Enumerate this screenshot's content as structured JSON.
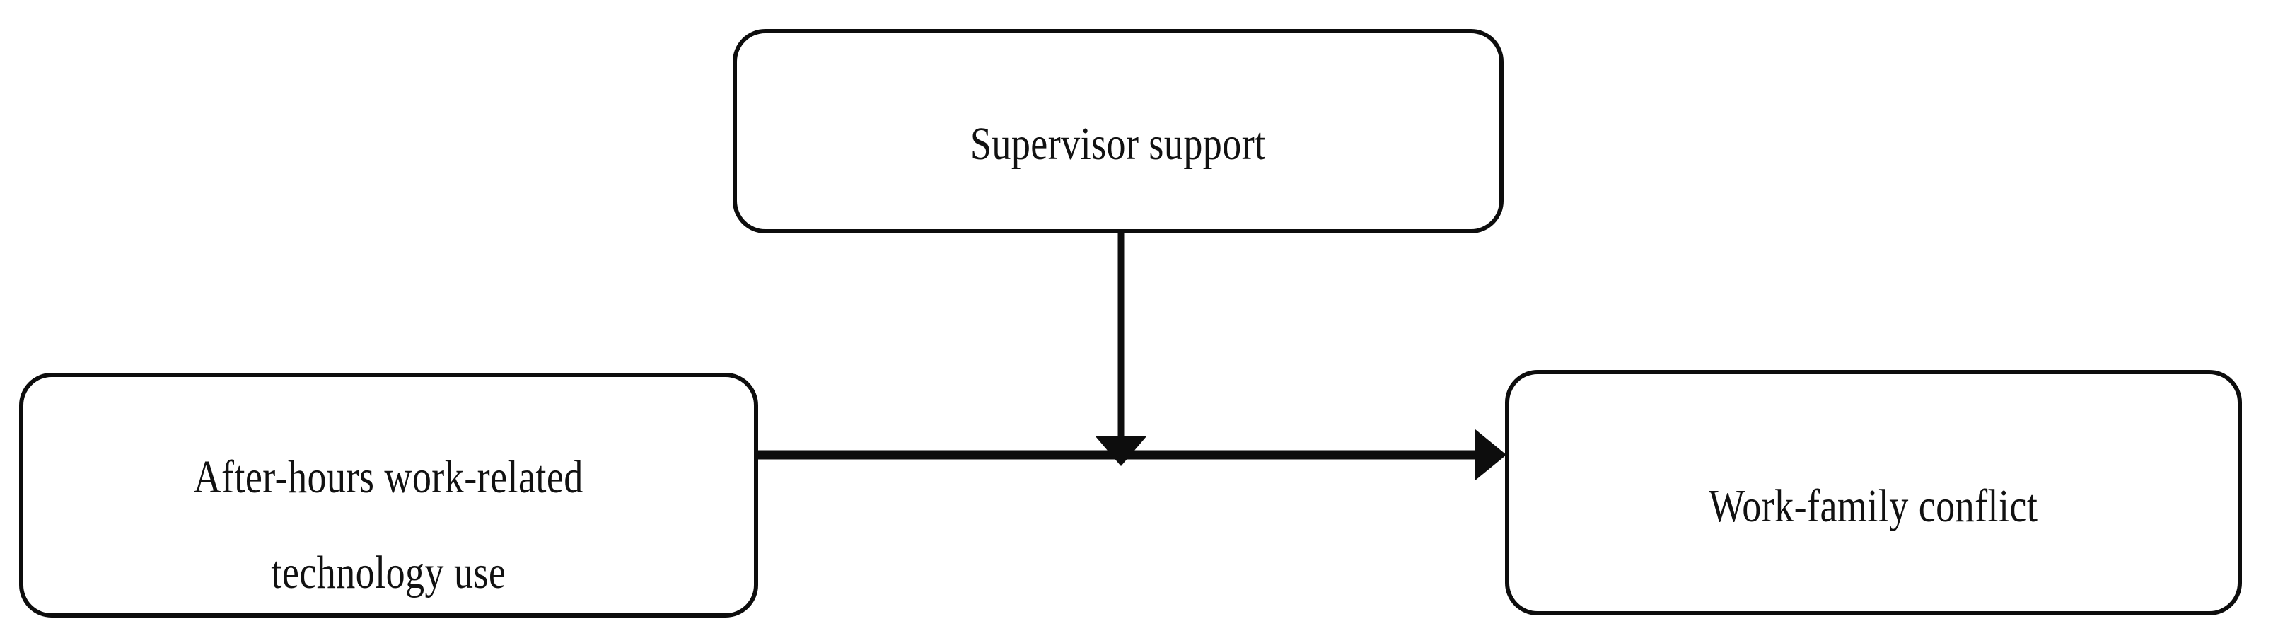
{
  "figure": {
    "type": "moderation-model-diagram",
    "background_color": "#ffffff",
    "line_color": "#0d0d0d",
    "text_color": "#111111"
  },
  "nodes": {
    "supervisor_support": {
      "label": "Supervisor support",
      "role": "moderator"
    },
    "after_hours_tech_use": {
      "line1": "After-hours work-related",
      "line2": "technology use",
      "role": "independent-variable"
    },
    "work_family_conflict": {
      "label": "Work-family conflict",
      "role": "dependent-variable"
    }
  },
  "connectors": [
    {
      "name": "main-effect-arrow",
      "from": "after_hours_tech_use",
      "to": "work_family_conflict",
      "direction": "right",
      "label": ""
    },
    {
      "name": "moderation-arrow",
      "from": "supervisor_support",
      "to": "main-effect-arrow",
      "direction": "down",
      "label": ""
    }
  ]
}
